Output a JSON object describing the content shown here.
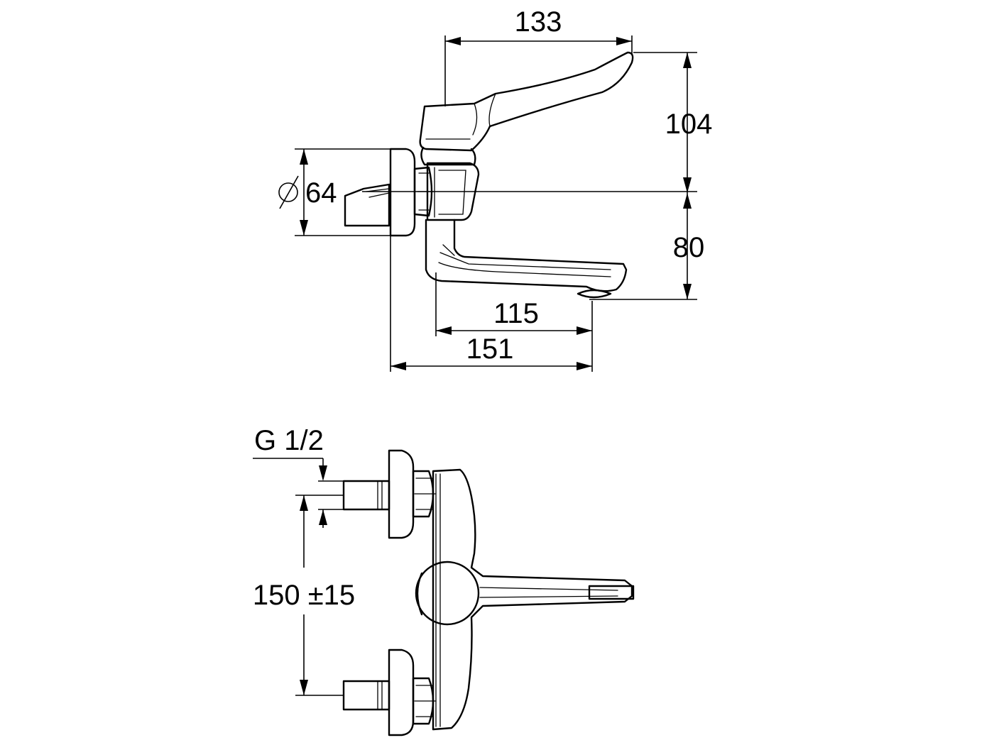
{
  "side_view": {
    "dim_handle_reach": "133",
    "dim_handle_height": "104",
    "dim_spout_height": "80",
    "dim_flange_diameter": "64",
    "dim_spout_reach_body": "115",
    "dim_spout_reach_wall": "151"
  },
  "front_view": {
    "thread_size": "G 1/2",
    "dim_inlet_spacing": "150 ±15"
  },
  "symbols": {
    "diameter": "⌀"
  }
}
